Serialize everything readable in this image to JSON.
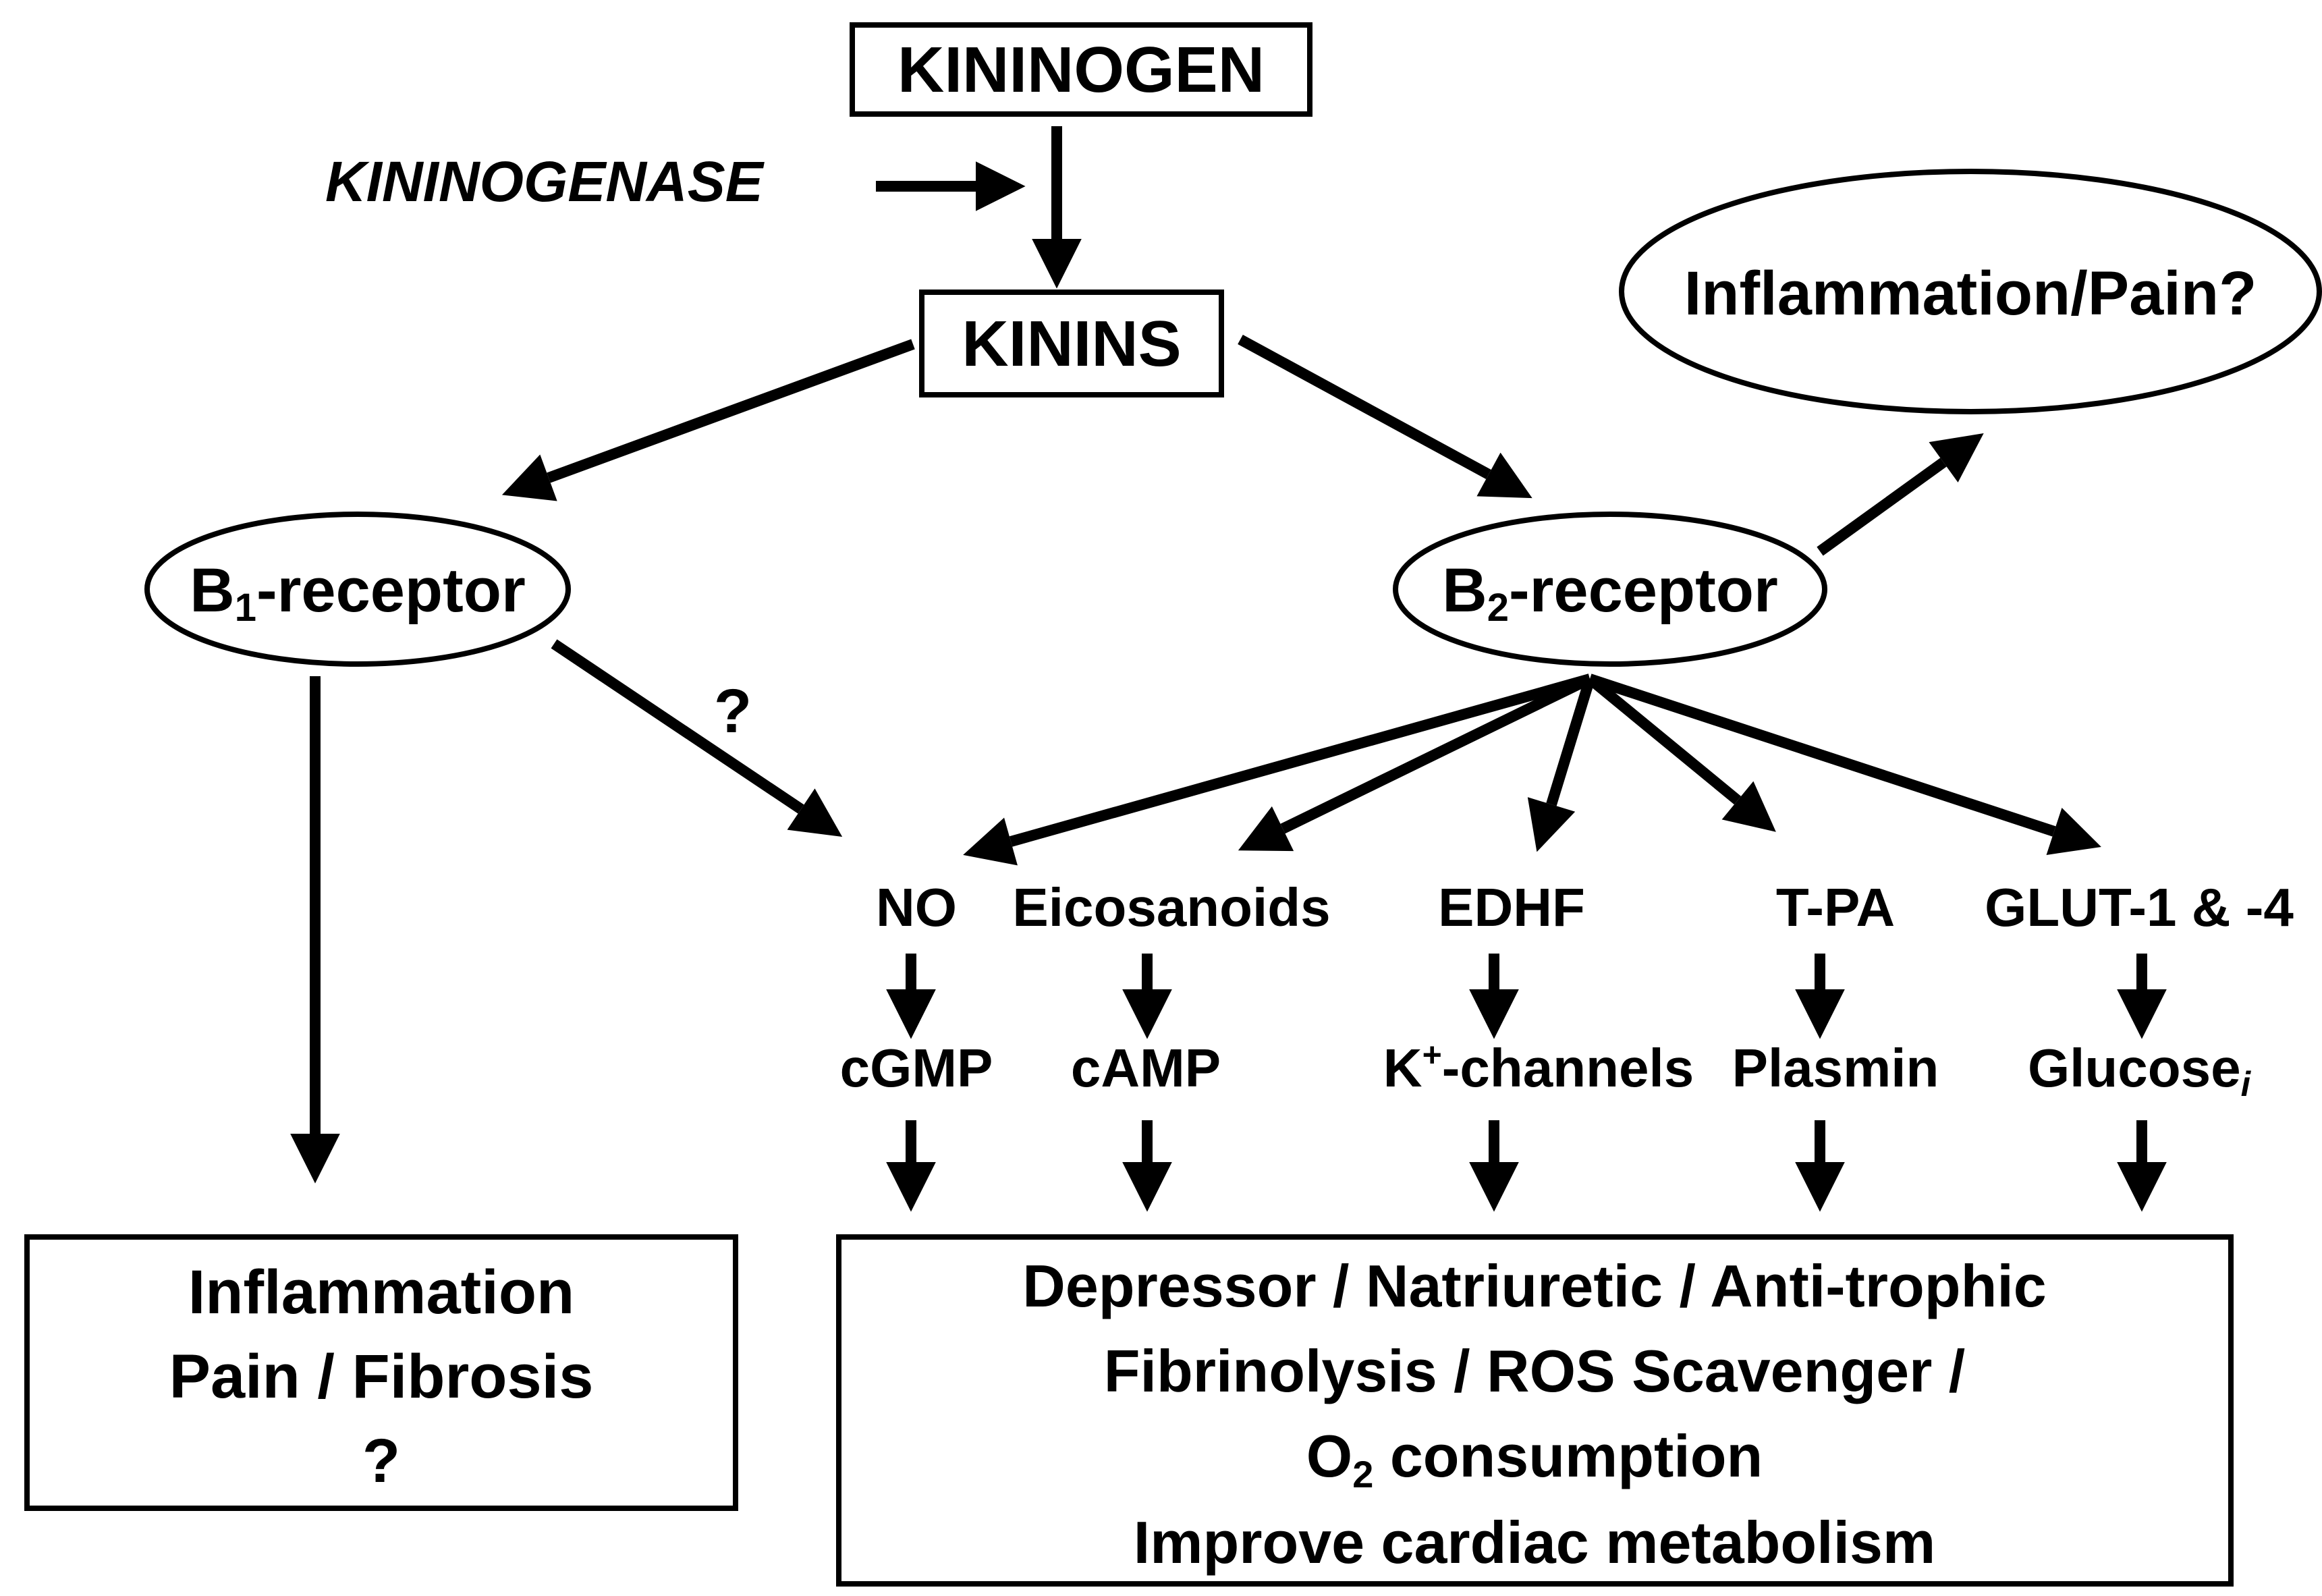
{
  "nodes": {
    "kininogen": "KININOGEN",
    "kininogenase": "KININOGENASE",
    "kinins": "KININS",
    "inflammation_pain_q": "Inflammation/Pain?",
    "b1_prefix": "B",
    "b1_sub": "1",
    "b1_suffix": "-receptor",
    "b2_prefix": "B",
    "b2_sub": "2",
    "b2_suffix": "-receptor",
    "question_mark": "?"
  },
  "mediators": {
    "no": "NO",
    "eicosanoids": "Eicosanoids",
    "edhf": "EDHF",
    "tpa": "T-PA",
    "glut": "GLUT-1 & -4"
  },
  "second_messengers": {
    "cgmp": "cGMP",
    "camp": "cAMP",
    "k_prefix": "K",
    "k_sup": "+",
    "k_suffix": "-channels",
    "plasmin": "Plasmin",
    "glucose": "Glucose",
    "glucose_sub": "i"
  },
  "left_box": {
    "line1": "Inflammation",
    "line2": "Pain / Fibrosis",
    "line3": "?"
  },
  "right_box": {
    "line1": "Depressor / Natriuretic / Anti-trophic",
    "line2": "Fibrinolysis / ROS Scavenger /",
    "line3_prefix": "O",
    "line3_sub": "2",
    "line3_suffix": " consumption",
    "line4": "Improve cardiac metabolism"
  }
}
